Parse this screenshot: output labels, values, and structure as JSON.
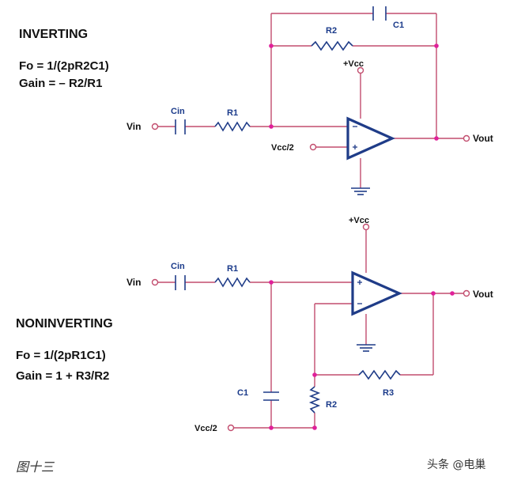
{
  "inverting": {
    "title": "INVERTING",
    "fo": "Fo = 1/(2pR2C1)",
    "gain": "Gain = – R2/R1",
    "labels": {
      "vin": "Vin",
      "cin": "Cin",
      "r1": "R1",
      "r2": "R2",
      "c1": "C1",
      "vcc": "+Vcc",
      "vcc_half": "Vcc/2",
      "vout": "Vout"
    }
  },
  "noninverting": {
    "title": "NONINVERTING",
    "fo": "Fo = 1/(2pR1C1)",
    "gain": "Gain = 1 + R3/R2",
    "labels": {
      "vin": "Vin",
      "cin": "Cin",
      "r1": "R1",
      "r2": "R2",
      "r3": "R3",
      "c1": "C1",
      "vcc": "+Vcc",
      "vcc_half": "Vcc/2",
      "vout": "Vout"
    }
  },
  "caption": "图十三",
  "watermark": "头条 @电巢",
  "colors": {
    "wire": "#c24d6e",
    "component": "#1f3c88",
    "node": "#e0209a"
  },
  "icons": {
    "ground": "ground-symbol",
    "terminal": "open-circle"
  }
}
